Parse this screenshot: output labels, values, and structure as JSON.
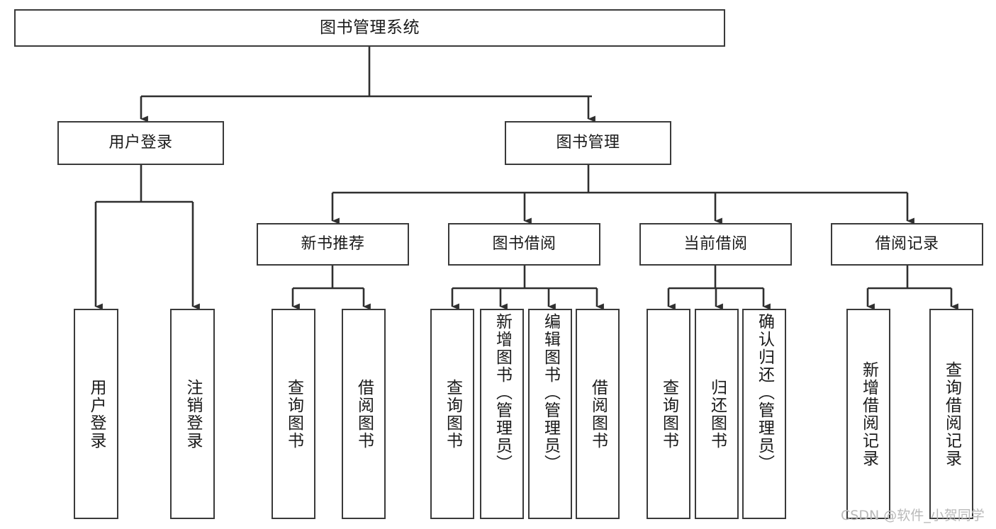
{
  "diagram": {
    "type": "tree-hierarchy",
    "title": "图书管理系统",
    "watermark": "CSDN @软件_小贺同学",
    "colors": {
      "background": "#ffffff",
      "node_border": "#3a3a3a",
      "node_fill": "#ffffff",
      "edge": "#2f2f2f",
      "text": "#1a1a1a",
      "watermark": "#b9b9b9"
    },
    "nodes": {
      "root": {
        "label": "图书管理系统",
        "level": 1,
        "orientation": "horizontal"
      },
      "level2": [
        {
          "id": "user-login",
          "label": "用户登录",
          "orientation": "horizontal"
        },
        {
          "id": "book-manage",
          "label": "图书管理",
          "orientation": "horizontal"
        }
      ],
      "level3": [
        {
          "id": "new-book-rec",
          "label": "新书推荐",
          "orientation": "horizontal",
          "parent": "book-manage"
        },
        {
          "id": "book-borrow",
          "label": "图书借阅",
          "orientation": "horizontal",
          "parent": "book-manage"
        },
        {
          "id": "current-borrow",
          "label": "当前借阅",
          "orientation": "horizontal",
          "parent": "book-manage"
        },
        {
          "id": "borrow-record",
          "label": "借阅记录",
          "orientation": "horizontal",
          "parent": "book-manage"
        }
      ],
      "leaves": [
        {
          "id": "leaf-user-login",
          "label": "用户登录",
          "parent": "user-login",
          "orientation": "vertical"
        },
        {
          "id": "leaf-user-logout",
          "label": "注销登录",
          "parent": "user-login",
          "orientation": "vertical"
        },
        {
          "id": "leaf-query-book-1",
          "label": "查询图书",
          "parent": "new-book-rec",
          "orientation": "vertical"
        },
        {
          "id": "leaf-borrow-book-1",
          "label": "借阅图书",
          "parent": "new-book-rec",
          "orientation": "vertical"
        },
        {
          "id": "leaf-query-book-2",
          "label": "查询图书",
          "parent": "book-borrow",
          "orientation": "vertical"
        },
        {
          "id": "leaf-add-book",
          "label": "新增图书（管理员）",
          "parent": "book-borrow",
          "orientation": "vertical"
        },
        {
          "id": "leaf-edit-book",
          "label": "编辑图书（管理员）",
          "parent": "book-borrow",
          "orientation": "vertical"
        },
        {
          "id": "leaf-borrow-book-2",
          "label": "借阅图书",
          "parent": "book-borrow",
          "orientation": "vertical"
        },
        {
          "id": "leaf-query-book-3",
          "label": "查询图书",
          "parent": "current-borrow",
          "orientation": "vertical"
        },
        {
          "id": "leaf-return-book",
          "label": "归还图书",
          "parent": "current-borrow",
          "orientation": "vertical"
        },
        {
          "id": "leaf-confirm-return",
          "label": "确认归还（管理员）",
          "parent": "current-borrow",
          "orientation": "vertical"
        },
        {
          "id": "leaf-add-record",
          "label": "新增借阅记录",
          "parent": "borrow-record",
          "orientation": "vertical"
        },
        {
          "id": "leaf-query-record",
          "label": "查询借阅记录",
          "parent": "borrow-record",
          "orientation": "vertical"
        }
      ]
    }
  }
}
